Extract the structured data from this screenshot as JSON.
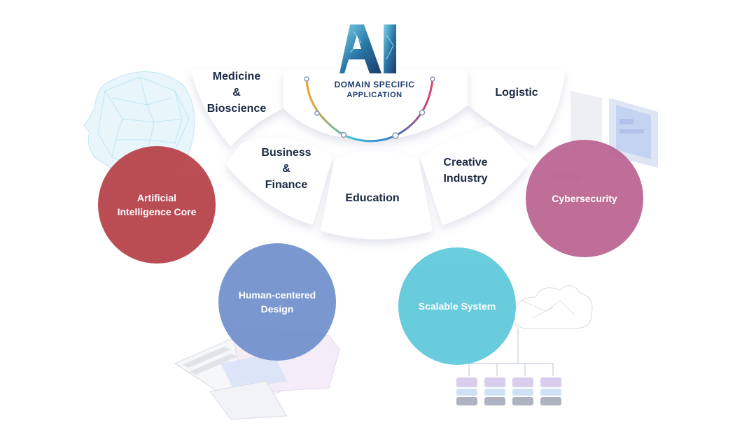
{
  "logo": {
    "text": "AI",
    "subtitle_line1": "DOMAIN SPECIFIC",
    "subtitle_line2": "APPLICATION"
  },
  "segments": {
    "medicine": [
      "Medicine",
      "&",
      "Bioscience"
    ],
    "business": [
      "Business",
      "&",
      "Finance"
    ],
    "education": [
      "Education"
    ],
    "creative": [
      "Creative",
      "Industry"
    ],
    "logistic": [
      "Logistic"
    ]
  },
  "circles": {
    "ai_core": [
      "Artificial",
      "Intelligence Core"
    ],
    "cybersecurity": [
      "Cybersecurity"
    ],
    "human_centered": [
      "Human-centered",
      "Design"
    ],
    "scalable": [
      "Scalable System"
    ]
  },
  "colors": {
    "ai_core": "#b7434b",
    "cybersecurity": "#b9628f",
    "human_centered": "#6f8fcb",
    "scalable": "#62cadc",
    "label_text": "#1b2a44",
    "logo_blue": "#1e3c6e"
  },
  "icons": {
    "head": "wireframe-head-icon",
    "server": "server-icon",
    "phone": "phone-wireframe-icon",
    "database": "database-stack-icon"
  }
}
